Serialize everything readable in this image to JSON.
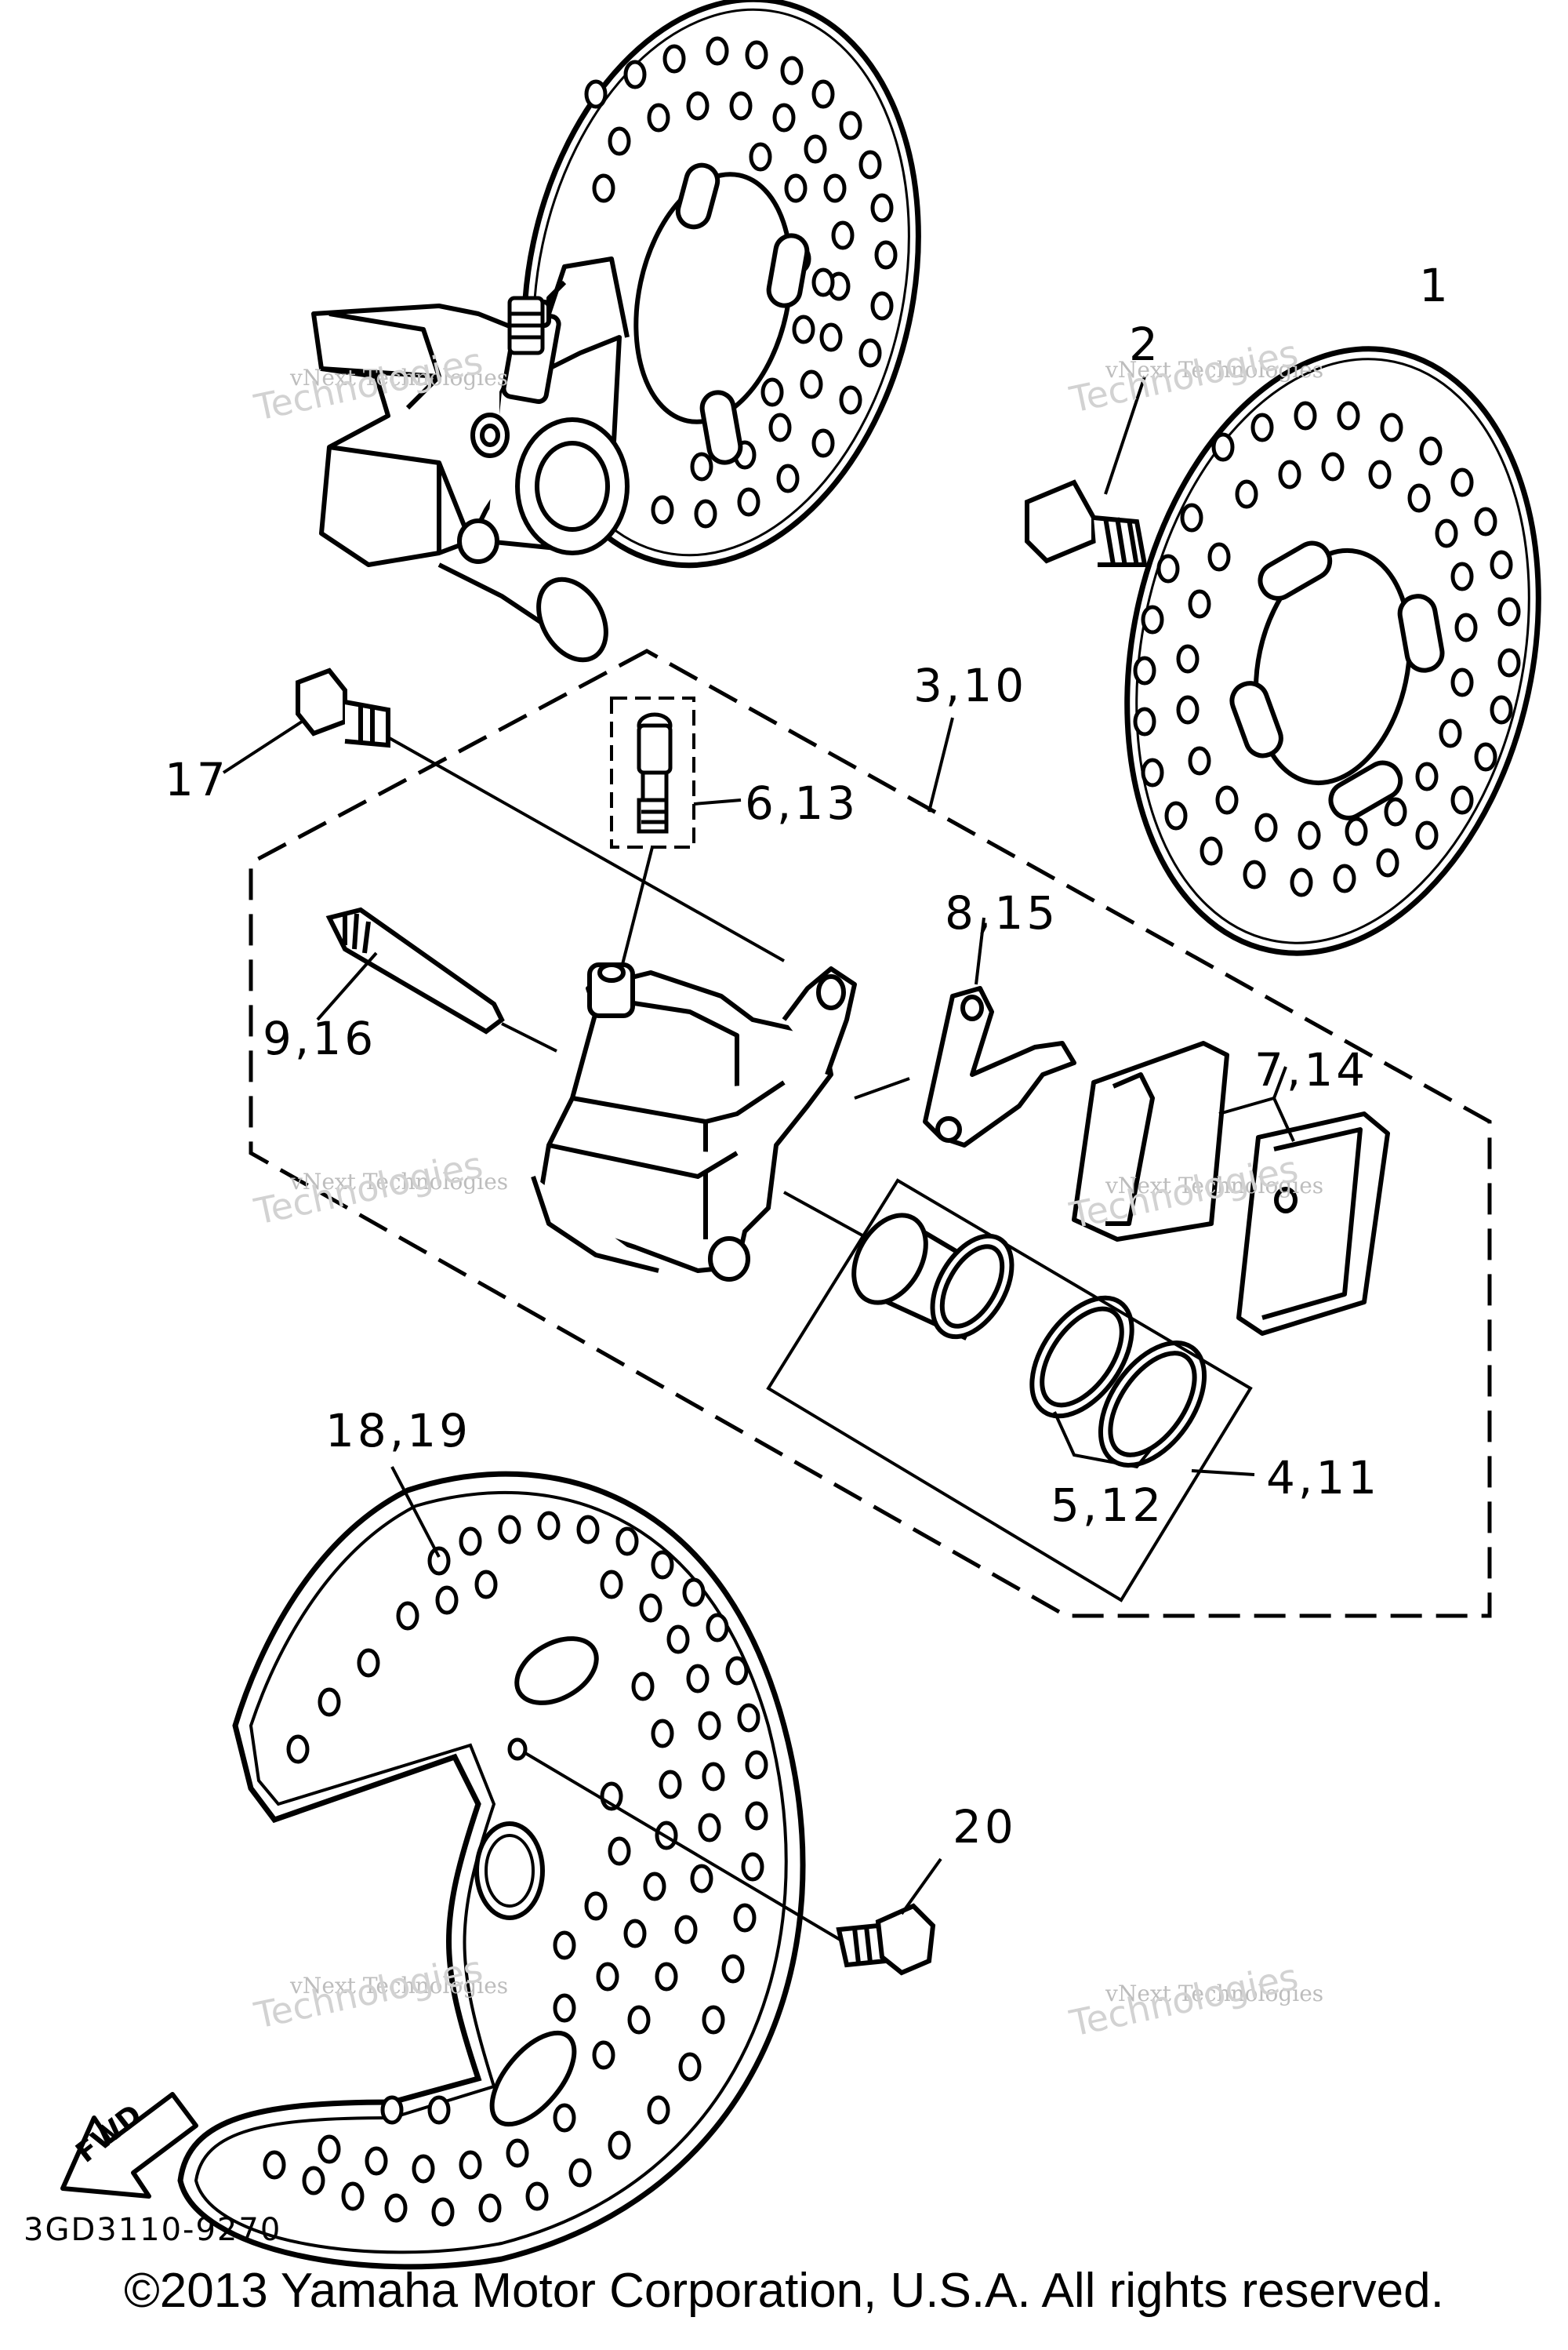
{
  "diagram_code": "3GD3110-9270",
  "copyright": "©2013 Yamaha Motor Corporation, U.S.A. All rights reserved.",
  "fwd_label": "FWD",
  "callouts": {
    "c1": "1",
    "c2": "2",
    "c3": "3,10",
    "c4": "4,11",
    "c5": "5,12",
    "c6": "6,13",
    "c7": "7,14",
    "c8": "8,15",
    "c9": "9,16",
    "c17": "17",
    "c18": "18,19",
    "c20": "20"
  },
  "watermark": {
    "line1": "vNext Technologies",
    "line2": "Technologies"
  }
}
